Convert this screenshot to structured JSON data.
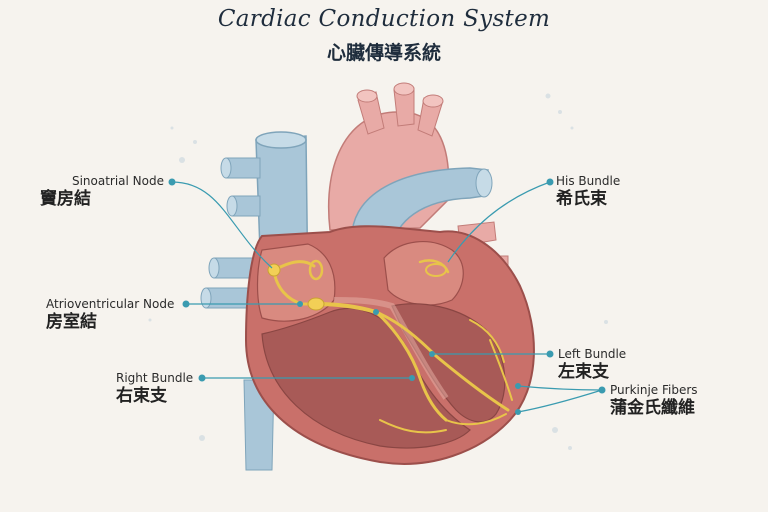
{
  "title": {
    "english": "Cardiac Conduction System",
    "chinese": "心臟傳導系統"
  },
  "labels": {
    "sa_node": {
      "english": "Sinoatrial Node",
      "chinese": "竇房結"
    },
    "av_node": {
      "english": "Atrioventricular Node",
      "chinese": "房室結"
    },
    "right_bundle": {
      "english": "Right Bundle",
      "chinese": "右束支"
    },
    "his_bundle": {
      "english": "His Bundle",
      "chinese": "希氏束"
    },
    "left_bundle": {
      "english": "Left Bundle",
      "chinese": "左束支"
    },
    "purkinje": {
      "english": "Purkinje Fibers",
      "chinese": "蒲金氏纖維"
    }
  },
  "colors": {
    "background": "#f6f3ee",
    "vein_blue": "#a9c6d8",
    "artery_pink": "#e8aaa6",
    "myocardium": "#c9706a",
    "chamber": "#a85a57",
    "conduction_yellow": "#e8c44a",
    "leader_teal": "#3a9bb0"
  }
}
